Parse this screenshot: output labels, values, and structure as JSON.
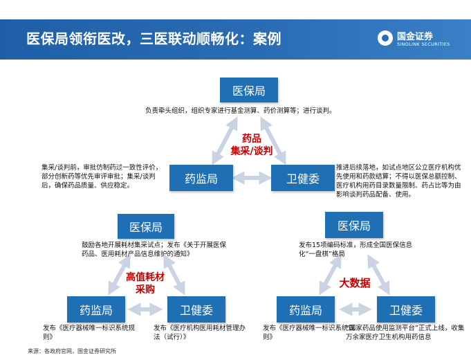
{
  "header": {
    "title": "医保局领衔医改，三医联动顺畅化：案例",
    "logo_cn": "国金证券",
    "logo_en": "SINOLINK SECURITIES"
  },
  "top": {
    "nhsa": "医保局",
    "nmpa": "药监局",
    "nhc": "卫健委",
    "nhsa_note": "负责牵头组织，组织专家进行基金测算、药价测算等；进行谈判。",
    "nmpa_note": "集采/谈判前，审批仿制药过一致性评价，部分创新药等优先审评审批；集采/谈判后，确保药品质量、供应稳定。",
    "nhc_note": "推进后续落地，如试点地区公立医疗机构优先使用和药款结算；不得以医保总额控制、医疗机构用药目录数量限制、药占比等为由影响谈判药品配备、使用。",
    "center_line1": "药品",
    "center_line2": "集采/谈判"
  },
  "left": {
    "nhsa": "医保局",
    "nmpa": "药监局",
    "nhc": "卫健委",
    "nhsa_note": "鼓励各地开展耗材集采试点；发布《关于开展医保药品、医用耗材产品信息维护的通知》",
    "nmpa_note": "发布《医疗器械唯一标识系统规则》",
    "nhc_note": "发布《医疗机构医用耗材管理办法（试行）》",
    "center_line1": "高值耗材",
    "center_line2": "采购"
  },
  "right": {
    "nhsa": "医保局",
    "nmpa": "药监局",
    "nhc": "卫健委",
    "nhsa_note": "发布15项编码标准，形成全国医保信息化“一盘棋”格局",
    "nmpa_note": "发布《医疗器械唯一标识系统规则》",
    "nhc_note": "“国家药品使用监测平台”正式上线，收集万余家医疗卫生机构用药信息",
    "center_line1": "大数据"
  },
  "source": "来源：各政府官网，国金证券研究所",
  "colors": {
    "box": "#1f6fb5",
    "arrow": "#c9d3e3",
    "accent": "#c00000",
    "header": "#2a6cb4"
  }
}
